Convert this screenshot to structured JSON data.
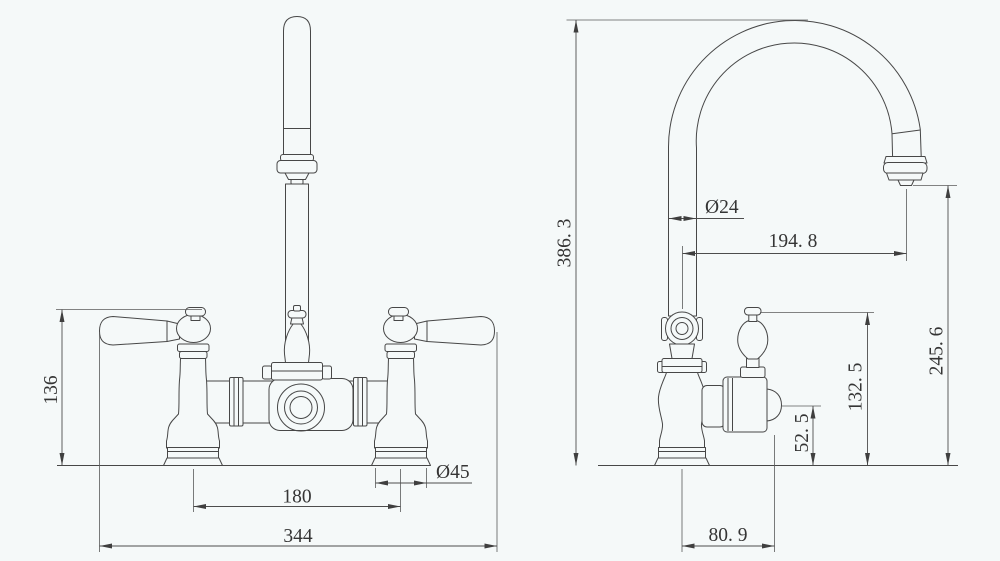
{
  "meta": {
    "drawing_type": "faucet dimension drawing",
    "colors": {
      "background": "#f5f9f9",
      "line": "#474747",
      "text": "#353535"
    }
  },
  "front": {
    "dim_height": "136",
    "dim_hole_spacing": "180",
    "dim_overall_width": "344",
    "dim_base_diameter": "Ø45"
  },
  "side": {
    "dim_overall_height": "386. 3",
    "dim_spout_diameter": "Ø24",
    "dim_spout_reach": "194. 8",
    "dim_outlet_height": "245. 6",
    "dim_handle_height": "132. 5",
    "dim_valve_center_height": "52. 5",
    "dim_base_offset": "80. 9"
  }
}
